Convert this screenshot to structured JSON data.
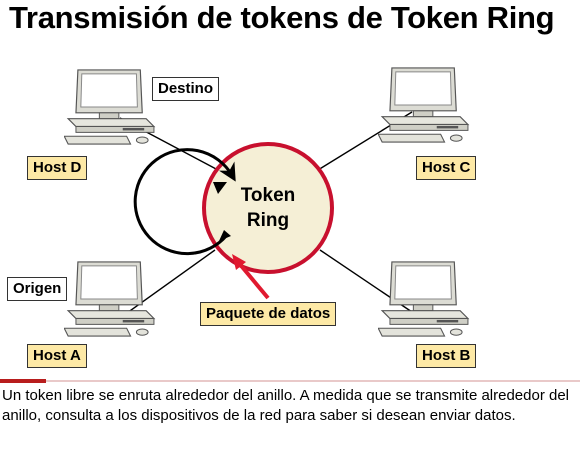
{
  "title": "Transmisión de tokens de Token Ring",
  "ring": {
    "line1": "Token",
    "line2": "Ring"
  },
  "hosts": {
    "d": "Host D",
    "c": "Host C",
    "a": "Host A",
    "b": "Host B"
  },
  "roles": {
    "destino": "Destino",
    "origen": "Origen"
  },
  "packet_label": "Paquete de datos",
  "caption": "Un token libre se enruta alrededor del anillo. A medida que se transmite alrededor del anillo, consulta a los dispositivos de la red para saber si desean enviar datos.",
  "colors": {
    "ring_border": "#c8102e",
    "ring_fill": "#f5efd6",
    "host_label_bg": "#fde9a6",
    "packet_arrow": "#e0192f",
    "accent": "#b81d1d"
  }
}
